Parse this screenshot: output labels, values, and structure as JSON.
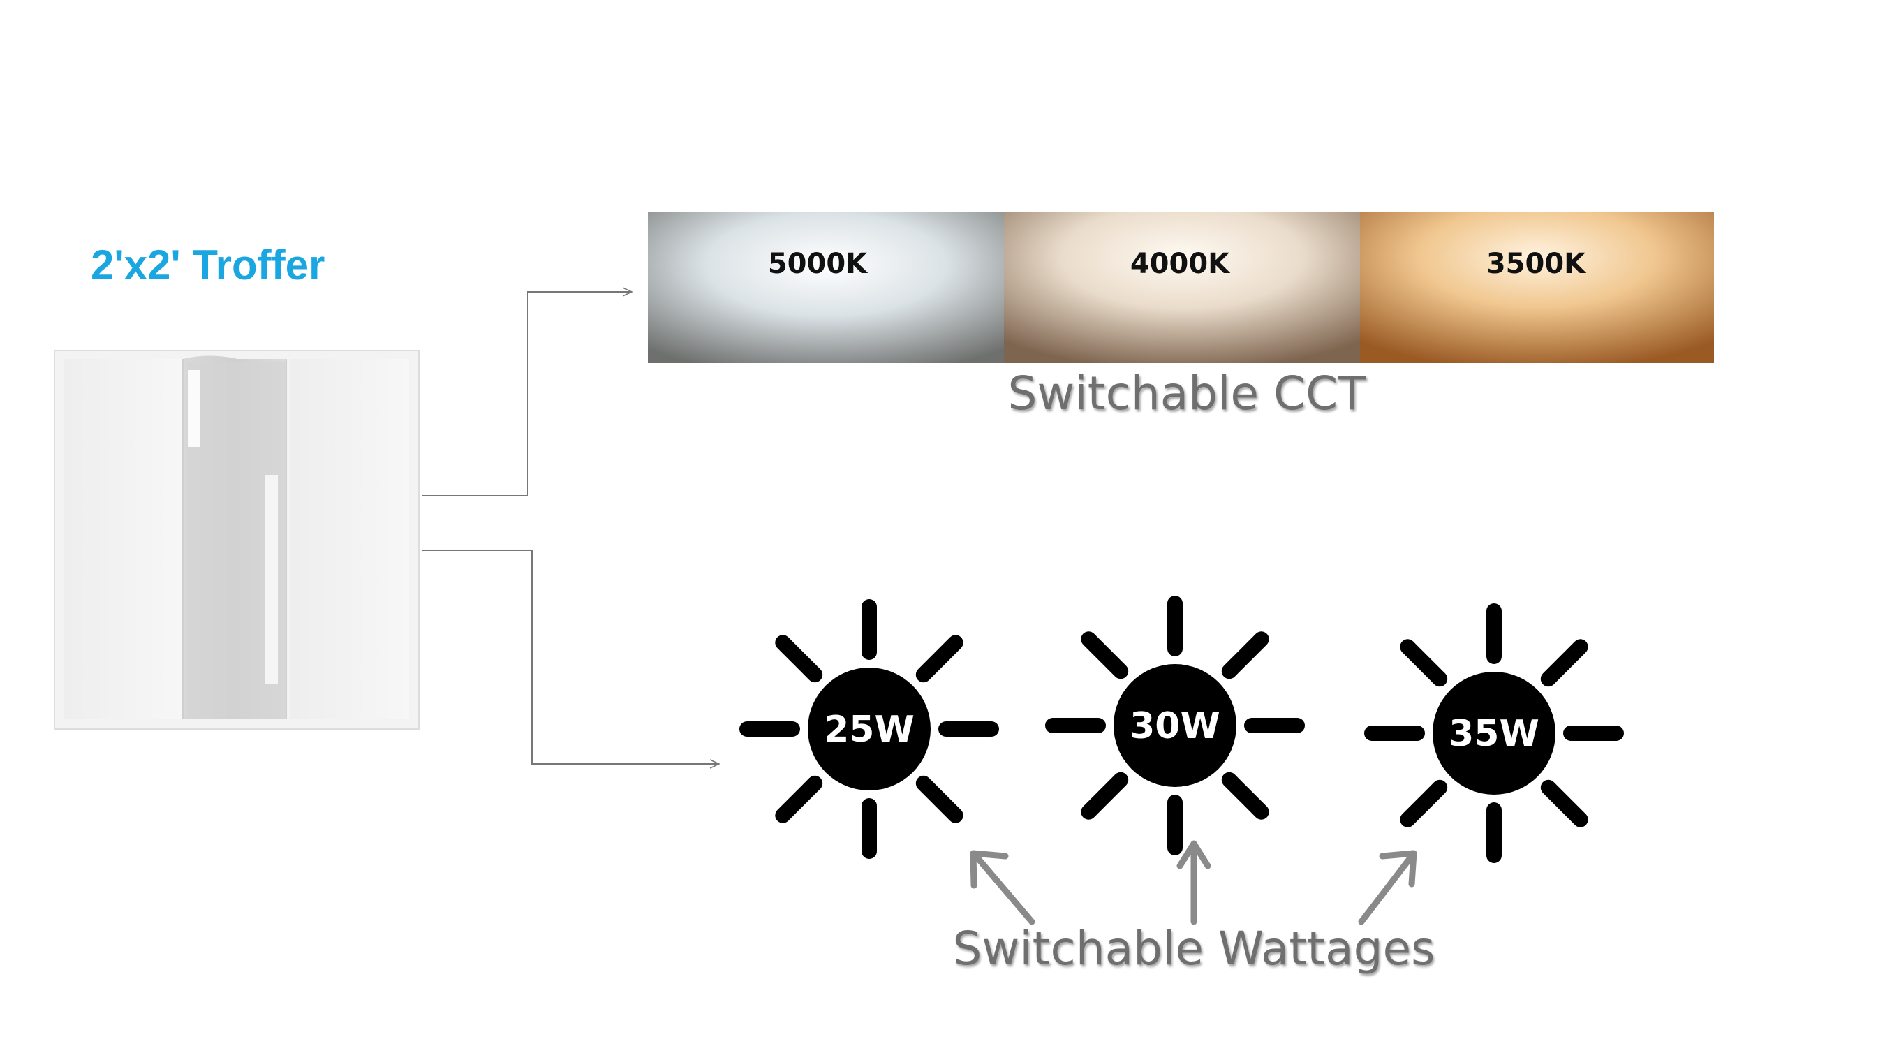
{
  "product": {
    "title": "2'x2' Troffer"
  },
  "cct": {
    "caption": "Switchable CCT",
    "swatches": [
      {
        "label": "5000K",
        "color": "#e6eef2"
      },
      {
        "label": "4000K",
        "color": "#f4e6cf"
      },
      {
        "label": "3500K",
        "color": "#f2c48a"
      }
    ]
  },
  "wattage": {
    "caption": "Switchable Wattages",
    "options": [
      {
        "label": "25W"
      },
      {
        "label": "30W"
      },
      {
        "label": "35W"
      }
    ]
  },
  "colors": {
    "title_blue": "#1aa7e1",
    "caption_gray": "#6f6f6f",
    "connector_gray": "#777777",
    "arrow_gray": "#8a8a8a",
    "sun_black": "#000000"
  },
  "icons": {
    "sun": "sun-icon",
    "arrow": "up-arrow-icon",
    "connector": "connector-arrow-icon",
    "panel": "troffer-panel-image"
  }
}
